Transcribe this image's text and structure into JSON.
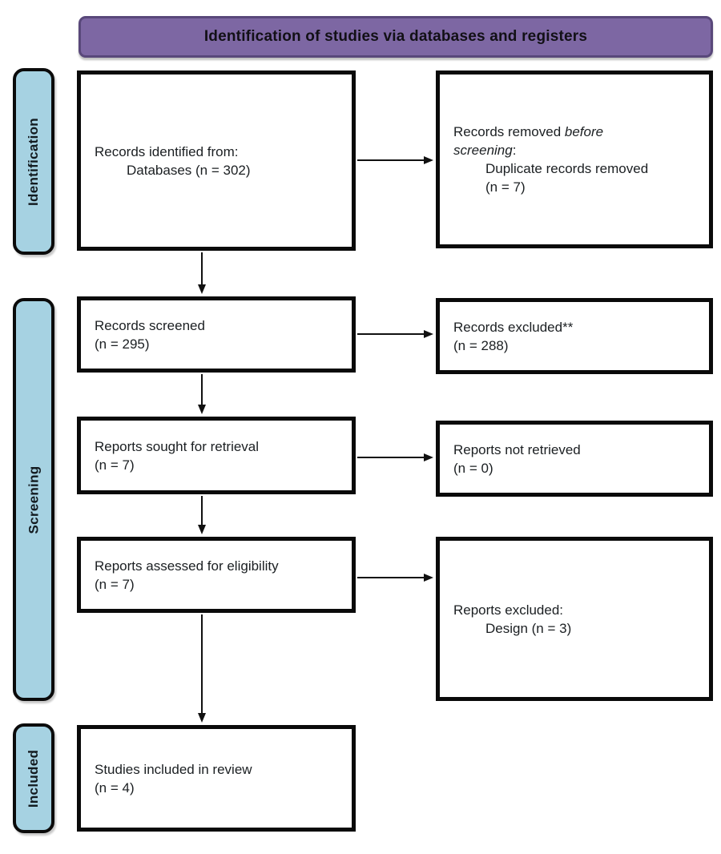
{
  "header": {
    "label": "Identification of studies via databases and registers"
  },
  "colors": {
    "header_fill": "#7d67a3",
    "header_border": "#59487a",
    "stage_fill": "#a6d2e2",
    "box_border": "#0a0a0a",
    "text": "#1b1f22",
    "arrow": "#111111"
  },
  "stages": [
    {
      "id": "identification",
      "label": "Identification"
    },
    {
      "id": "screening",
      "label": "Screening"
    },
    {
      "id": "included",
      "label": "Included"
    }
  ],
  "boxes": [
    {
      "id": "records-identified",
      "lines": [
        {
          "indent": false,
          "segments": [
            {
              "text": "Records identified from:"
            }
          ]
        },
        {
          "indent": true,
          "segments": [
            {
              "text": "Databases (n = 302)"
            }
          ]
        }
      ]
    },
    {
      "id": "records-removed",
      "lines": [
        {
          "indent": false,
          "segments": [
            {
              "text": "Records removed "
            },
            {
              "text": "before",
              "italic": true
            }
          ]
        },
        {
          "indent": false,
          "segments": [
            {
              "text": "screening",
              "italic": true
            },
            {
              "text": ":"
            }
          ]
        },
        {
          "indent": true,
          "segments": [
            {
              "text": "Duplicate records removed"
            }
          ]
        },
        {
          "indent": true,
          "segments": [
            {
              "text": "(n = 7)"
            }
          ]
        }
      ]
    },
    {
      "id": "records-screened",
      "lines": [
        {
          "indent": false,
          "segments": [
            {
              "text": "Records screened"
            }
          ]
        },
        {
          "indent": false,
          "segments": [
            {
              "text": "(n = 295)"
            }
          ]
        }
      ]
    },
    {
      "id": "records-excluded",
      "lines": [
        {
          "indent": false,
          "segments": [
            {
              "text": "Records excluded**"
            }
          ]
        },
        {
          "indent": false,
          "segments": [
            {
              "text": "(n = 288)"
            }
          ]
        }
      ]
    },
    {
      "id": "reports-sought",
      "lines": [
        {
          "indent": false,
          "segments": [
            {
              "text": "Reports sought for retrieval"
            }
          ]
        },
        {
          "indent": false,
          "segments": [
            {
              "text": "(n = 7)"
            }
          ]
        }
      ]
    },
    {
      "id": "reports-not-retrieved",
      "lines": [
        {
          "indent": false,
          "segments": [
            {
              "text": "Reports not retrieved"
            }
          ]
        },
        {
          "indent": false,
          "segments": [
            {
              "text": "(n = 0)"
            }
          ]
        }
      ]
    },
    {
      "id": "reports-assessed",
      "lines": [
        {
          "indent": false,
          "segments": [
            {
              "text": "Reports assessed for eligibility"
            }
          ]
        },
        {
          "indent": false,
          "segments": [
            {
              "text": "(n = 7)"
            }
          ]
        }
      ]
    },
    {
      "id": "reports-excluded",
      "lines": [
        {
          "indent": false,
          "segments": [
            {
              "text": "Reports excluded:"
            }
          ]
        },
        {
          "indent": true,
          "segments": [
            {
              "text": "Design (n = 3)"
            }
          ]
        }
      ]
    },
    {
      "id": "studies-included",
      "lines": [
        {
          "indent": false,
          "segments": [
            {
              "text": "Studies included in review"
            }
          ]
        },
        {
          "indent": false,
          "segments": [
            {
              "text": "(n = 4)"
            }
          ]
        }
      ]
    }
  ]
}
